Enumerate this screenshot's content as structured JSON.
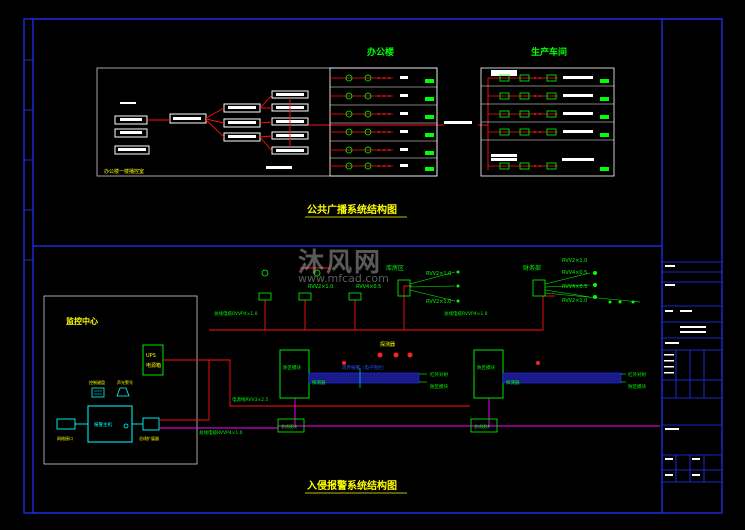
{
  "drawing": {
    "top_title_office": "办公楼",
    "top_title_plant": "生产车间",
    "pa_diagram_title": "公共广播系统结构图",
    "intrusion_diagram_title": "入侵报警系统结构图",
    "office_control_room_label": "办公楼一楼播控室",
    "monitoring_center_label": "监控中心",
    "ups_label": "UPS\n电源箱",
    "alarm_host_label": "报警主机",
    "keyboard_label": "控制键盘",
    "sound_light_label": "声光警号",
    "network_label": "网络接口",
    "expander_label": "总线扩展器",
    "warehouse_label": "库房区",
    "finance_label": "财务部",
    "lines": {
      "rvvp_4x1_0_a": "总线电缆RVVP4×1.0",
      "rvvp_4x1_0_b": "总线电缆RVVP4×1.0",
      "rvvp_4x1_0_c": "总线电缆RVVP4×1.0",
      "rvv_4x1_5": "电源线RVV3×2.5",
      "rvv2_1_0": "RVV2×1.0",
      "rvv4_0_5": "RVV4×0.5",
      "rvv2_1_0_b": "RVV2×1.0",
      "rvv4_0_5_b": "RVV4×0.5",
      "rvv4_0_5_c": "RVV4×0.5",
      "rvv2_1_0_c": "RVV2×1.0"
    },
    "fence_labels": {
      "left_upper": "红外对射",
      "left_lower": "防区模块",
      "right_upper": "红外对射",
      "right_lower": "防区模块",
      "fence_center": "周界报警（电子围栏）"
    },
    "alarm_box_left": "防区模块",
    "alarm_box_right": "防区模块",
    "bus_box_left": "总线模块",
    "bus_box_right": "总线模块",
    "side_label_a": "探测器",
    "side_label_b": "探测器",
    "side_label_c": "探测器"
  },
  "watermark": {
    "text": "沐风网",
    "sub": "www.mfcad.com"
  },
  "title_block": {
    "rows": [
      "",
      "",
      "",
      "",
      "",
      "",
      "",
      ""
    ]
  },
  "colors": {
    "frame": "#2233ff",
    "wire_red": "#ff1010",
    "wire_magenta": "#ff00ff",
    "device_green": "#00ff00",
    "label_white": "#ffffff",
    "cyan": "#00ffff",
    "yellow": "#ffff00"
  }
}
